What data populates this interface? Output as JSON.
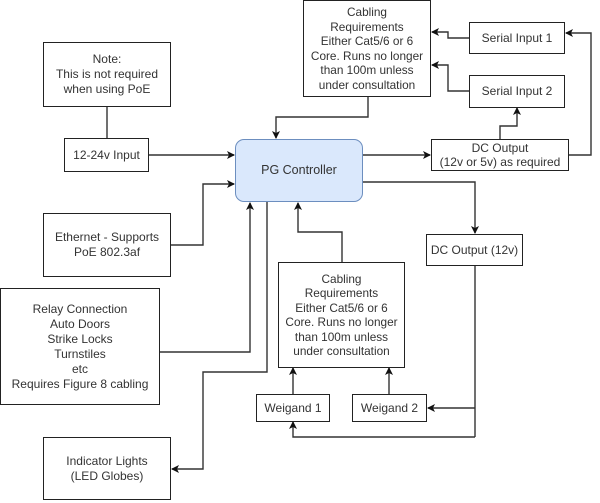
{
  "diagram": {
    "nodes": {
      "note": {
        "label": "Note:\nThis is not required\nwhen using PoE"
      },
      "power_input": {
        "label": "12-24v Input"
      },
      "controller": {
        "label": "PG Controller"
      },
      "cabling_top": {
        "label": "Cabling\nRequirements\nEither Cat5/6 or 6\nCore. Runs no longer\nthan 100m unless\nunder consultation"
      },
      "serial_input_1": {
        "label": "Serial Input 1"
      },
      "serial_input_2": {
        "label": "Serial Input 2"
      },
      "dc_output_variable": {
        "label": "DC Output\n(12v or 5v) as required"
      },
      "ethernet": {
        "label": "Ethernet - Supports\nPoE 802.3af"
      },
      "relay": {
        "label": "Relay Connection\nAuto Doors\nStrike Locks\nTurnstiles\netc\nRequires Figure 8 cabling"
      },
      "cabling_bottom": {
        "label": "Cabling\nRequirements\nEither Cat5/6 or 6\nCore. Runs no longer\nthan 100m unless\nunder consultation"
      },
      "dc_output_12v": {
        "label": "DC Output (12v)"
      },
      "weigand_1": {
        "label": "Weigand 1"
      },
      "weigand_2": {
        "label": "Weigand 2"
      },
      "indicator_lights": {
        "label": "Indicator Lights\n(LED Globes)"
      }
    },
    "edges": [
      {
        "from": "note",
        "to": "power_input",
        "arrow": false
      },
      {
        "from": "power_input",
        "to": "controller",
        "arrow": true
      },
      {
        "from": "ethernet",
        "to": "controller",
        "arrow": true
      },
      {
        "from": "relay",
        "to": "controller",
        "arrow": true
      },
      {
        "from": "controller",
        "to": "indicator_lights",
        "arrow": true
      },
      {
        "from": "cabling_top",
        "to": "controller",
        "arrow": true
      },
      {
        "from": "controller",
        "to": "dc_output_variable",
        "arrow": true
      },
      {
        "from": "dc_output_variable",
        "to": "serial_input_2",
        "arrow": true
      },
      {
        "from": "dc_output_variable",
        "to": "serial_input_1",
        "arrow": true
      },
      {
        "from": "serial_input_1",
        "to": "cabling_top",
        "arrow": true
      },
      {
        "from": "serial_input_2",
        "to": "cabling_top",
        "arrow": true
      },
      {
        "from": "controller",
        "to": "dc_output_12v",
        "arrow": true
      },
      {
        "from": "dc_output_12v",
        "to": "weigand_2",
        "arrow": true
      },
      {
        "from": "dc_output_12v",
        "to": "weigand_1",
        "arrow": true
      },
      {
        "from": "weigand_1",
        "to": "cabling_bottom",
        "arrow": true
      },
      {
        "from": "weigand_2",
        "to": "cabling_bottom",
        "arrow": true
      },
      {
        "from": "cabling_bottom",
        "to": "controller",
        "arrow": true
      }
    ]
  }
}
